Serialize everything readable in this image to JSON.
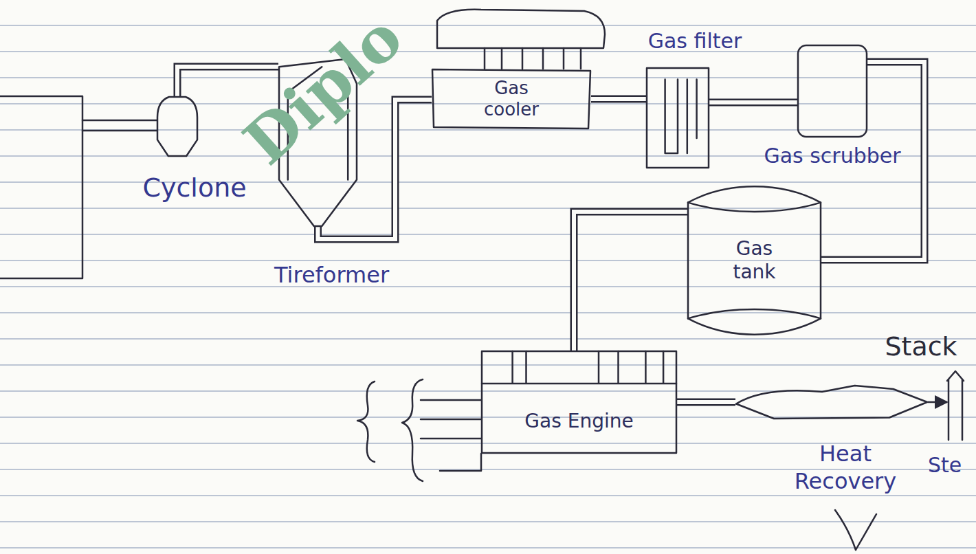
{
  "diagram": {
    "nodes": [
      {
        "text": [
          "Cyclone"
        ]
      },
      {
        "text": [
          "Tireformer"
        ]
      },
      {
        "text": [
          "Gas cooler"
        ]
      },
      {
        "text": [
          "Gas filter"
        ]
      },
      {
        "text": [
          "Gas scrubber"
        ]
      },
      {
        "text": [
          "Gas tank"
        ]
      },
      {
        "text": [
          "Gas Engine"
        ]
      },
      {
        "text": [
          "Heat Recovery"
        ]
      },
      {
        "text": [
          "Stack"
        ]
      }
    ],
    "edges": [
      {
        "from": 0,
        "to": 1,
        "arrow": "none"
      },
      {
        "from": 1,
        "to": 2,
        "arrow": "none"
      },
      {
        "from": 2,
        "to": 3,
        "arrow": "none"
      },
      {
        "from": 3,
        "to": 4,
        "arrow": "none"
      },
      {
        "from": 4,
        "to": 5,
        "arrow": "none"
      },
      {
        "from": 5,
        "to": 6,
        "arrow": "none"
      },
      {
        "from": 6,
        "to": 7,
        "arrow": "none"
      },
      {
        "from": 7,
        "to": 8,
        "arrow": "to"
      }
    ],
    "labels": [
      "Diplo",
      "Ste"
    ]
  }
}
